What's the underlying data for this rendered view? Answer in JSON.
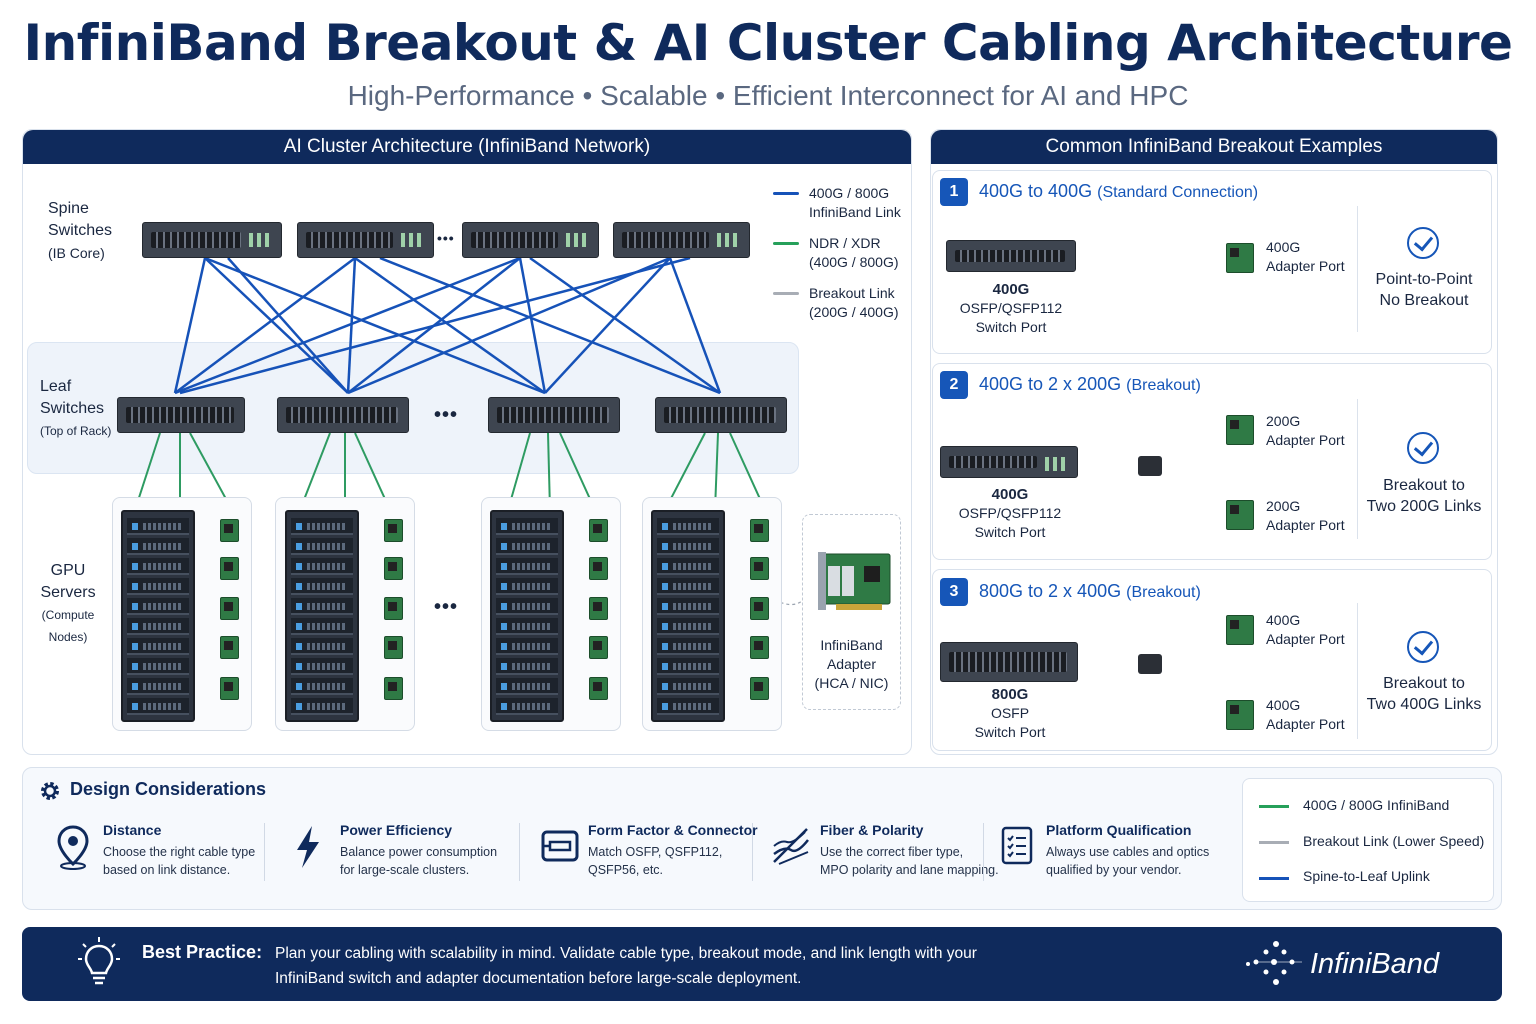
{
  "header": {
    "title": "InfiniBand Breakout & AI Cluster Cabling Architecture",
    "subtitle": "High-Performance • Scalable • Efficient Interconnect for AI and HPC"
  },
  "architecture": {
    "heading": "AI Cluster Architecture (InfiniBand Network)",
    "spine_label": [
      "Spine",
      "Switches",
      "(IB Core)"
    ],
    "leaf_label": [
      "Leaf",
      "Switches",
      "(Top of Rack)"
    ],
    "gpu_label": [
      "GPU",
      "Servers",
      "(Compute Nodes)"
    ],
    "ellipsis": "•••",
    "legend": [
      {
        "line1": "400G / 800G",
        "line2": "InfiniBand Link",
        "color": "#1652b8"
      },
      {
        "line1": "NDR / XDR",
        "line2": "(400G / 800G)",
        "color": "#26a05a"
      },
      {
        "line1": "Breakout Link",
        "line2": "(200G / 400G)",
        "color": "#a8adb5"
      }
    ],
    "adapter": {
      "line1": "InfiniBand",
      "line2": "Adapter",
      "line3": "(HCA / NIC)"
    }
  },
  "breakout": {
    "heading": "Common InfiniBand Breakout Examples",
    "examples": [
      {
        "num": "1",
        "title": "400G to 400G",
        "title_note": "(Standard Connection)",
        "switch": [
          "400G",
          "OSFP/QSFP112",
          "Switch Port"
        ],
        "ports": [
          {
            "speed": "400G",
            "label": "Adapter Port"
          }
        ],
        "result": [
          "Point-to-Point",
          "No Breakout"
        ]
      },
      {
        "num": "2",
        "title": "400G to 2 x 200G",
        "title_note": "(Breakout)",
        "switch": [
          "400G",
          "OSFP/QSFP112",
          "Switch Port"
        ],
        "ports": [
          {
            "speed": "200G",
            "label": "Adapter Port"
          },
          {
            "speed": "200G",
            "label": "Adapter Port"
          }
        ],
        "result": [
          "Breakout to",
          "Two 200G Links"
        ]
      },
      {
        "num": "3",
        "title": "800G to 2 x 400G",
        "title_note": "(Breakout)",
        "switch": [
          "800G",
          "OSFP",
          "Switch Port"
        ],
        "ports": [
          {
            "speed": "400G",
            "label": "Adapter Port"
          },
          {
            "speed": "400G",
            "label": "Adapter Port"
          }
        ],
        "result": [
          "Breakout to",
          "Two 400G Links"
        ]
      }
    ]
  },
  "design": {
    "title": "Design Considerations",
    "items": [
      {
        "icon": "location-pin-icon",
        "heading": "Distance",
        "line1": "Choose the right cable type",
        "line2": "based on link distance."
      },
      {
        "icon": "lightning-bolt-icon",
        "heading": "Power Efficiency",
        "line1": "Balance power consumption",
        "line2": "for large-scale clusters."
      },
      {
        "icon": "connector-icon",
        "heading": "Form Factor & Connector",
        "line1": "Match OSFP, QSFP112,",
        "line2": "QSFP56, etc."
      },
      {
        "icon": "fiber-icon",
        "heading": "Fiber & Polarity",
        "line1": "Use the correct fiber type,",
        "line2": "MPO polarity and lane mapping."
      },
      {
        "icon": "checklist-icon",
        "heading": "Platform Qualification",
        "line1": "Always use cables and optics",
        "line2": "qualified by your vendor."
      }
    ],
    "legend": [
      {
        "label": "400G / 800G InfiniBand",
        "color": "#26a05a"
      },
      {
        "label": "Breakout Link (Lower Speed)",
        "color": "#a8adb5"
      },
      {
        "label": "Spine-to-Leaf Uplink",
        "color": "#1652b8"
      }
    ]
  },
  "best_practice": {
    "label": "Best Practice:",
    "line1": "Plan your cabling with scalability in mind. Validate cable type, breakout mode, and link length with your",
    "line2": "InfiniBand switch and adapter documentation before large-scale deployment.",
    "brand": "InfiniBand"
  }
}
